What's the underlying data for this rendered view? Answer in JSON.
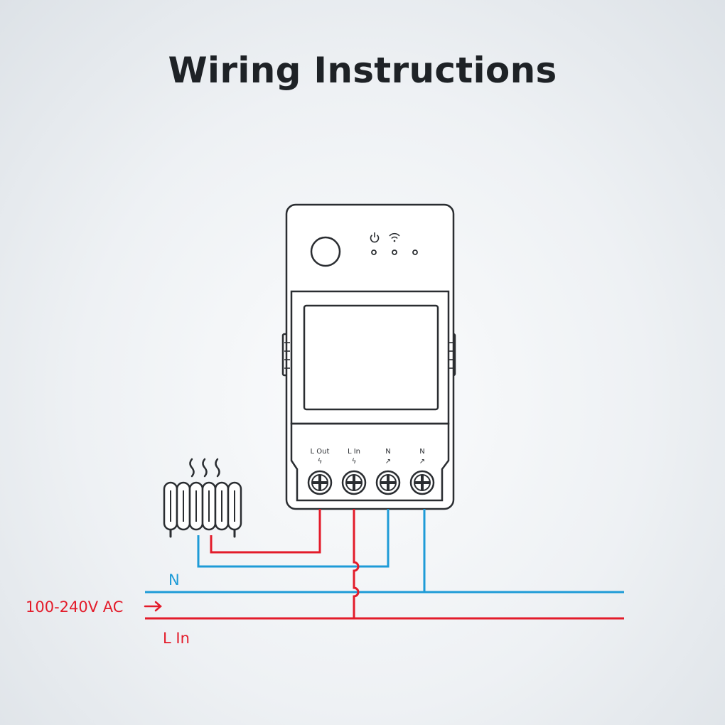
{
  "title": "Wiring Instructions",
  "terminals": [
    {
      "label": "L Out",
      "symbol": "ϟ"
    },
    {
      "label": "L In",
      "symbol": "ϟ"
    },
    {
      "label": "N",
      "symbol": "↗"
    },
    {
      "label": "N",
      "symbol": "↗"
    }
  ],
  "lines": {
    "neutral_label": "N",
    "supply_label": "100-240V AC",
    "live_label": "L In"
  },
  "colors": {
    "live": "#e31b2a",
    "neutral": "#1e9bd7",
    "outline": "#2a2d31",
    "title": "#1e2226"
  },
  "icons": [
    "power-icon",
    "wifi-icon",
    "heater-icon",
    "screw-terminal-icon",
    "arrow-right-icon"
  ]
}
